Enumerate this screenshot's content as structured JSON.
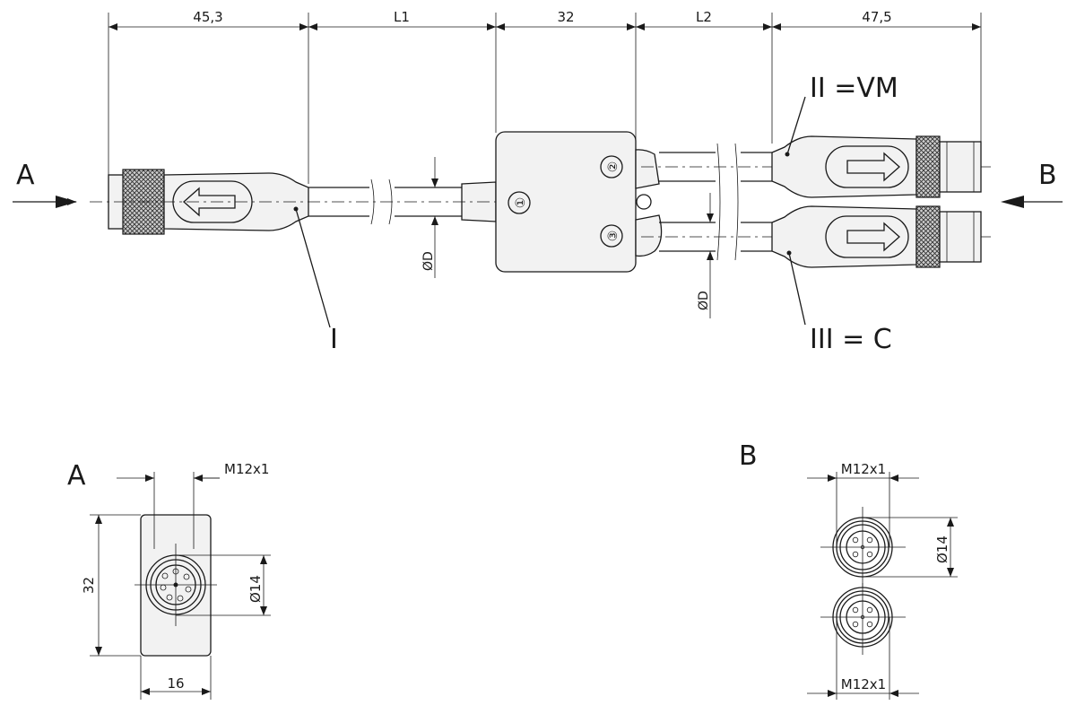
{
  "dimensions": {
    "top": [
      "45,3",
      "L1",
      "32",
      "L2",
      "47,5"
    ],
    "diameter_main": "ØD",
    "diameter_branch": "ØD",
    "view_a": {
      "thread": "M12x1",
      "dia": "Ø14",
      "height": "32",
      "width": "16"
    },
    "view_b": {
      "thread_top": "M12x1",
      "dia": "Ø14",
      "thread_bottom": "M12x1"
    }
  },
  "labels": {
    "view_a_arrow": "A",
    "view_b_arrow": "B",
    "section_a": "A",
    "section_b": "B",
    "connector_i": "I",
    "connector_ii": "II =VM",
    "connector_iii": "III = C",
    "port_1": "①",
    "port_2": "②",
    "port_3": "③"
  }
}
